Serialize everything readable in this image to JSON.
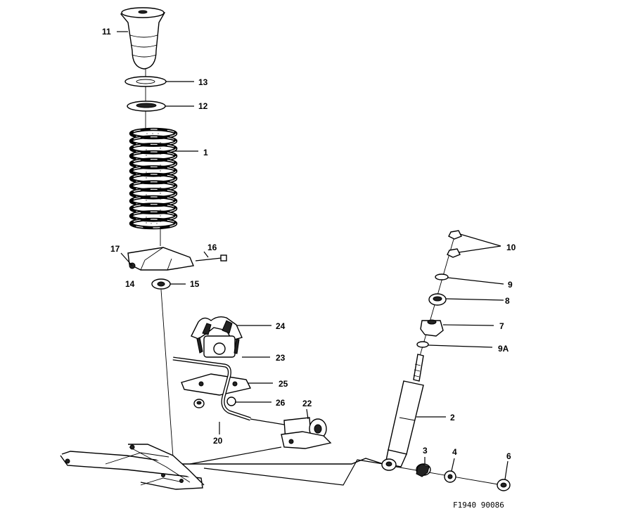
{
  "labels": {
    "p1": "1",
    "p2": "2",
    "p3": "3",
    "p4": "4",
    "p6": "6",
    "p7": "7",
    "p8": "8",
    "p9": "9",
    "p9a": "9A",
    "p10": "10",
    "p11": "11",
    "p12": "12",
    "p13": "13",
    "p14": "14",
    "p15": "15",
    "p16": "16",
    "p17": "17",
    "p20": "20",
    "p22": "22",
    "p23": "23",
    "p24": "24",
    "p25": "25",
    "p26": "26"
  },
  "figure_code": "F1940 90086"
}
